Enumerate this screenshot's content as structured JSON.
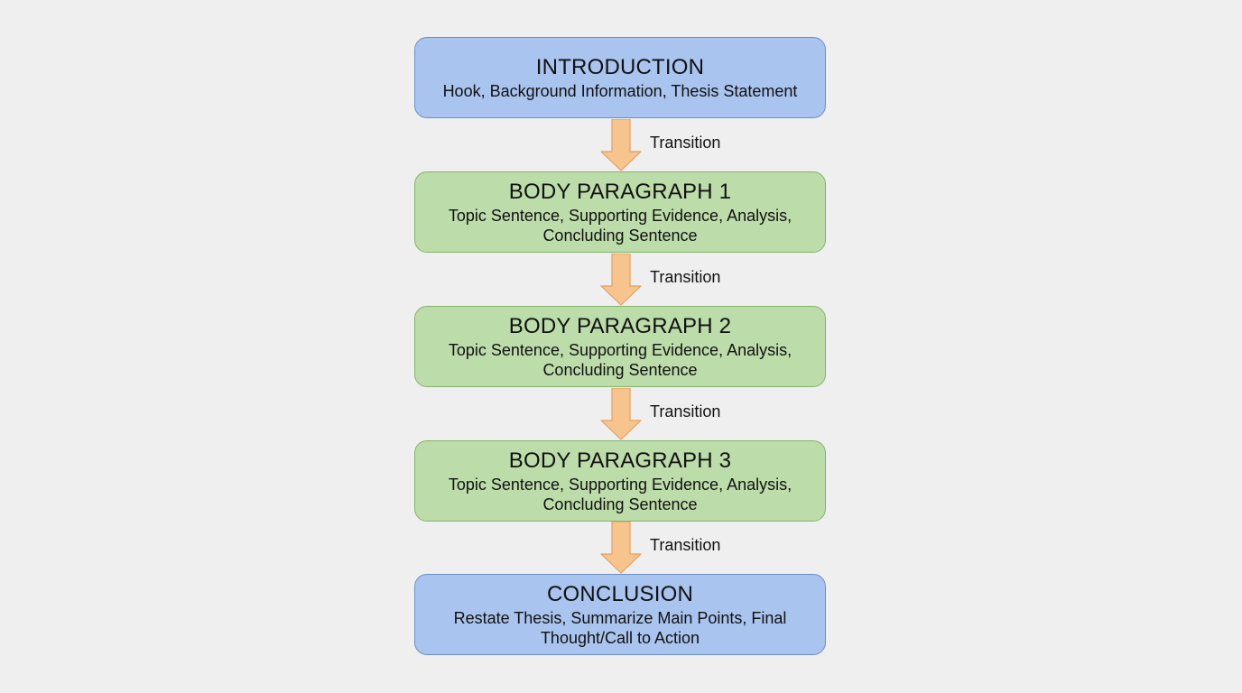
{
  "stages": [
    {
      "title": "INTRODUCTION",
      "description": "Hook, Background Information, Thesis Statement",
      "color": "#a9c4ee"
    },
    {
      "title": "BODY PARAGRAPH 1",
      "description": "Topic Sentence, Supporting Evidence, Analysis, Concluding Sentence",
      "color": "#bcdcaa"
    },
    {
      "title": "BODY PARAGRAPH 2",
      "description": "Topic Sentence, Supporting Evidence, Analysis, Concluding Sentence",
      "color": "#bcdcaa"
    },
    {
      "title": "BODY PARAGRAPH 3",
      "description": "Topic Sentence, Supporting Evidence, Analysis, Concluding Sentence",
      "color": "#bcdcaa"
    },
    {
      "title": "CONCLUSION",
      "description": "Restate Thesis, Summarize Main Points, Final Thought/Call to Action",
      "color": "#a9c4ee"
    }
  ],
  "transitions": [
    {
      "label": "Transition"
    },
    {
      "label": "Transition"
    },
    {
      "label": "Transition"
    },
    {
      "label": "Transition"
    }
  ],
  "colors": {
    "background": "#efefef",
    "intro_conclusion_fill": "#a9c4ee",
    "body_fill": "#bcdcaa",
    "arrow_fill": "#f8c48e",
    "arrow_stroke": "#e0a060"
  }
}
